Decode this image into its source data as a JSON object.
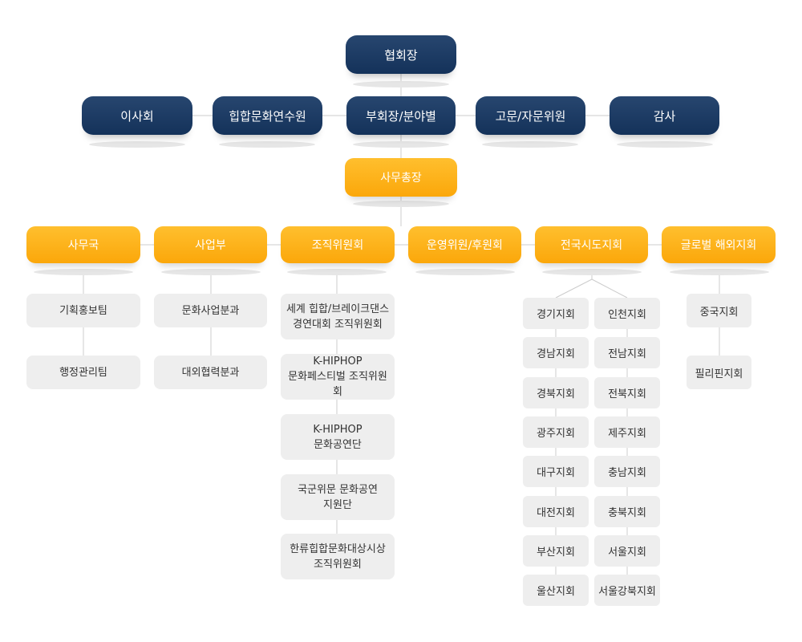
{
  "top": {
    "president": "협회장",
    "board": "이사회",
    "research": "힙합문화연수원",
    "vice": "부회장/분야별",
    "advisor": "고문/자문위원",
    "audit": "감사"
  },
  "secretary_general": "사무총장",
  "departments": {
    "office": "사무국",
    "business": "사업부",
    "org_committee": "조직위원회",
    "operation": "운영위원/후원회",
    "regional": "전국시도지회",
    "global": "글로벌 해외지회"
  },
  "office_teams": [
    "기획홍보팀",
    "행정관리팀"
  ],
  "business_teams": [
    "문화사업분과",
    "대외협력분과"
  ],
  "committees": [
    [
      "세계 힙합/브레이크댄스",
      "경연대회 조직위원회"
    ],
    [
      "K-HIPHOP",
      "문화페스티벌 조직위원회"
    ],
    [
      "K-HIPHOP",
      "문화공연단"
    ],
    [
      "국군위문 문화공연",
      "지원단"
    ],
    [
      "한류힙합문화대상시상",
      "조직위원회"
    ]
  ],
  "regional_left": [
    "경기지회",
    "경남지회",
    "경북지회",
    "광주지회",
    "대구지회",
    "대전지회",
    "부산지회",
    "울산지회"
  ],
  "regional_right": [
    "인천지회",
    "전남지회",
    "전북지회",
    "제주지회",
    "충남지회",
    "충북지회",
    "서울지회",
    "서울강북지회"
  ],
  "global_branches": [
    "중국지회",
    "필리핀지회"
  ],
  "colors": {
    "navy": "#1c3a63",
    "orange": "#fcab10",
    "grey_box": "#eeeeee",
    "line": "#cccccc"
  }
}
